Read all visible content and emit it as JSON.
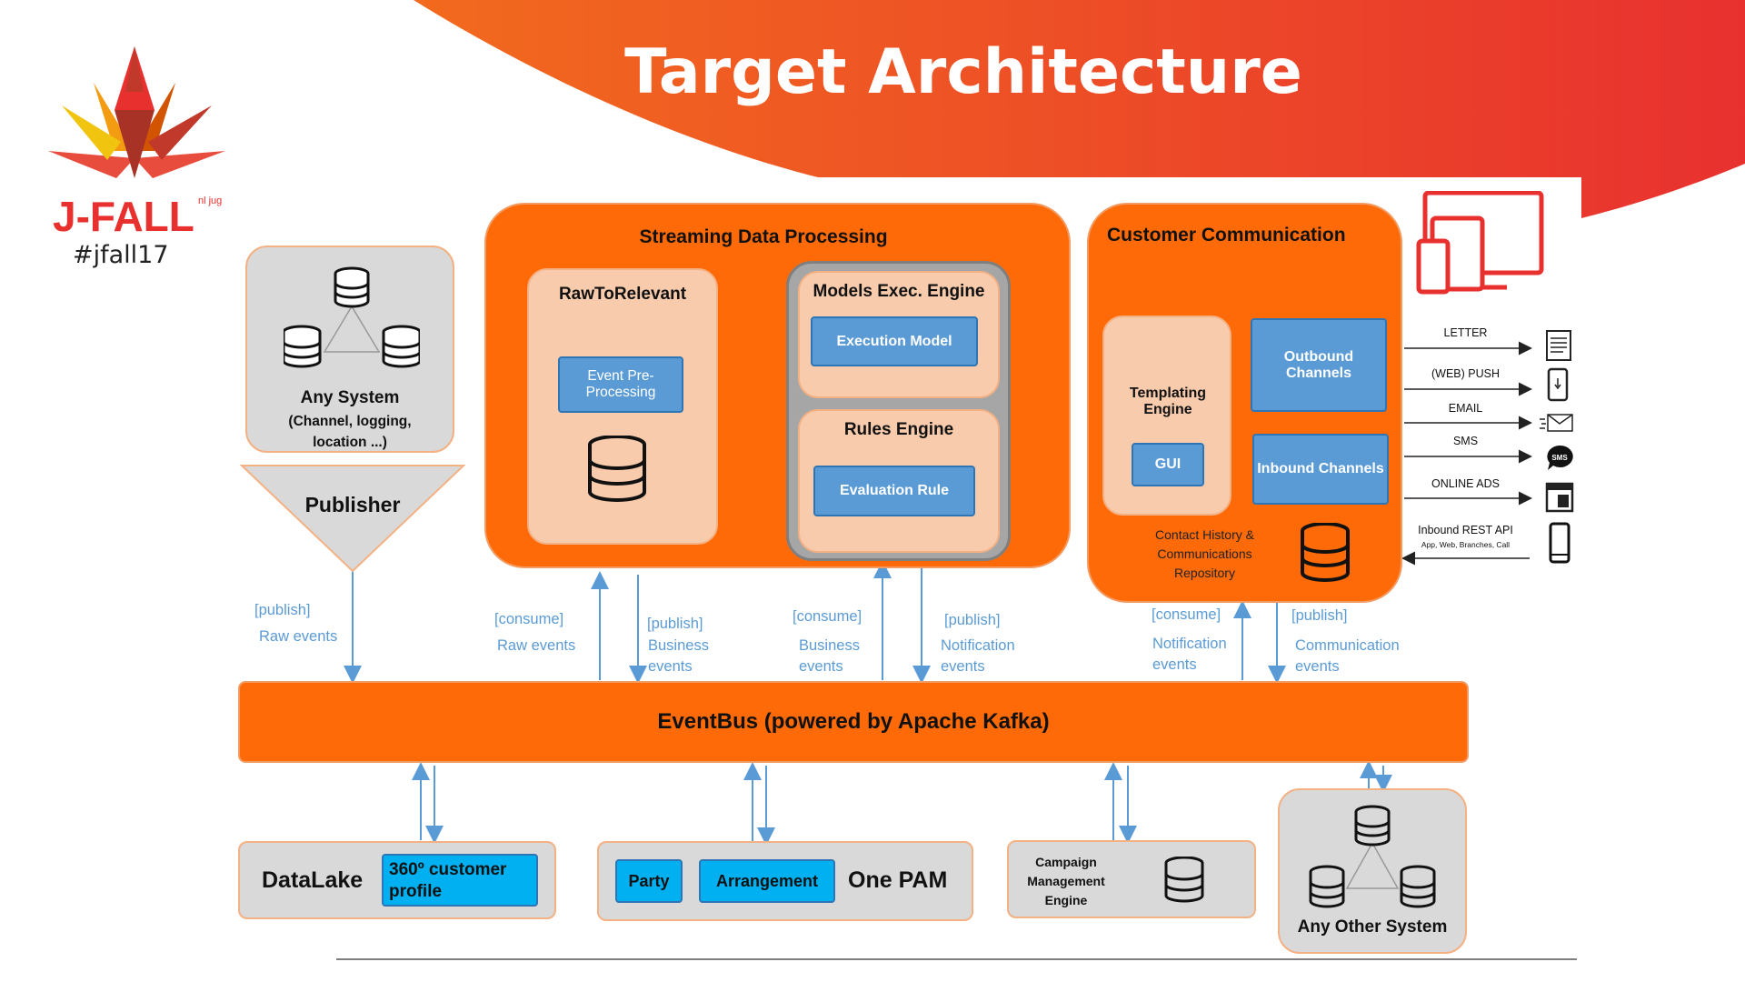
{
  "title": "Target Architecture",
  "logo": {
    "text": "J-FALL",
    "suffix": "nl jug",
    "hashtag": "#jfall17"
  },
  "any_system": {
    "title": "Any System",
    "subtitle": "(Channel, logging, location ...)"
  },
  "publisher": "Publisher",
  "streaming": {
    "title": "Streaming Data Processing",
    "raw_to_relevant": {
      "title": "RawToRelevant",
      "item": "Event Pre-Processing"
    },
    "models": {
      "title": "Models Exec. Engine",
      "item": "Execution Model"
    },
    "rules": {
      "title": "Rules Engine",
      "item": "Evaluation Rule"
    }
  },
  "customer_comm": {
    "title": "Customer Communication",
    "templating": {
      "title": "Templating Engine",
      "item": "GUI"
    },
    "outbound": "Outbound Channels",
    "inbound": "Inbound Channels",
    "repository": "Contact History & Communications Repository"
  },
  "channels": [
    {
      "label": "LETTER",
      "icon": "letter-icon",
      "direction": "out"
    },
    {
      "label": "(WEB) PUSH",
      "icon": "phone-push-icon",
      "direction": "out"
    },
    {
      "label": "EMAIL",
      "icon": "email-icon",
      "direction": "out"
    },
    {
      "label": "SMS",
      "icon": "sms-icon",
      "direction": "out"
    },
    {
      "label": "ONLINE ADS",
      "icon": "browser-icon",
      "direction": "out"
    }
  ],
  "inbound_api": {
    "label": "Inbound REST API",
    "sub": "App, Web, Branches, Call",
    "icon": "mobile-icon"
  },
  "flows": {
    "publish_raw": {
      "tag": "[publish]",
      "text": "Raw events"
    },
    "consume_raw": {
      "tag": "[consume]",
      "text": "Raw events"
    },
    "publish_business": {
      "tag": "[publish]",
      "text": "Business events"
    },
    "consume_business": {
      "tag": "[consume]",
      "text": "Business events"
    },
    "publish_notification": {
      "tag": "[publish]",
      "text": "Notification events"
    },
    "consume_notification": {
      "tag": "[consume]",
      "text": "Notification events"
    },
    "publish_communication": {
      "tag": "[publish]",
      "text": "Communication events"
    }
  },
  "eventbus": "EventBus (powered by Apache Kafka)",
  "datalake": {
    "title": "DataLake",
    "item": "360º customer profile"
  },
  "onepam": {
    "title": "One PAM",
    "party": "Party",
    "arrangement": "Arrangement"
  },
  "campaign": "Campaign Management Engine",
  "any_other": "Any Other System",
  "colors": {
    "orange": "#ff6a08",
    "peach": "#f8cbad",
    "blue": "#5b9bd5",
    "cyan": "#00b0f0",
    "gray": "#d9d9d9",
    "red": "#e8312f"
  }
}
